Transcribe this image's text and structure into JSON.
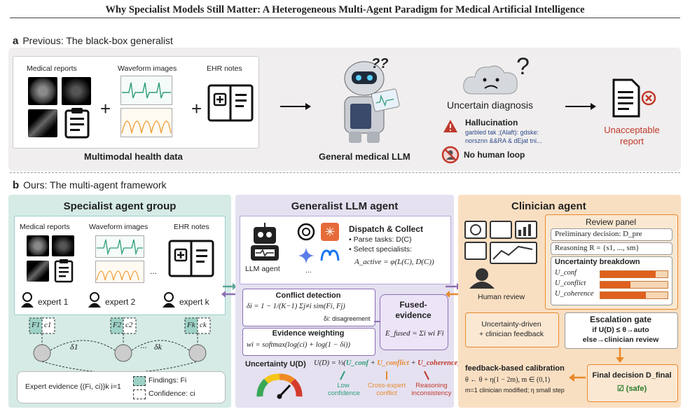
{
  "title": "Why Specialist Models Still Matter: A Heterogeneous Multi-Agent Paradigm for Medical Artificial Intelligence",
  "panel_a": {
    "letter": "a",
    "heading": "Previous: The black-box generalist",
    "col_reports": "Medical reports",
    "col_waveform": "Waveform images",
    "col_ehr": "EHR notes",
    "plus": "+",
    "multimodal": "Multimodal health data",
    "llm_label": "General medical LLM",
    "uncertain": "Uncertain diagnosis",
    "hallucination": "Hallucination",
    "garbled1": "garbled tak ;(Alaft): gdske:",
    "garbled2": "norsznn &&RA & dEjat tni...",
    "no_human": "No human loop",
    "unacceptable1": "Unacceptable",
    "unacceptable2": "report",
    "robot_q": "??",
    "cloud_q": "?"
  },
  "panel_b": {
    "letter": "b",
    "heading": "Ours: The multi-agent framework",
    "specialist": {
      "title": "Specialist agent group",
      "col_reports": "Medical reports",
      "col_waveform": "Waveform images",
      "col_ehr": "EHR notes",
      "ellipsis": "...",
      "expert1": "expert 1",
      "expert2": "expert 2",
      "expertk": "expert k",
      "f1": "F1",
      "c1": "c1",
      "f2": "F2",
      "c2": "c2",
      "fk": "Fk",
      "ck": "ck",
      "d1": "δ1",
      "dk": "δk",
      "dots": "...",
      "evidence": "Expert evidence {(Fi, ci)}k i=1",
      "findings": "Findings: Fi",
      "confidence": "Confidence: ci"
    },
    "generalist": {
      "title": "Generalist LLM agent",
      "dispatch": "Dispatch & Collect",
      "parse": "• Parse tasks: D(C)",
      "select": "• Select specialists:",
      "active": "A_active = φ(L(C), D(C))",
      "llm_agent": "LLM agent",
      "more": "...",
      "conflict_title": "Conflict detection",
      "conflict_formula": "δi = 1 − 1/(K−1) Σj≠i sim(Fi, Fj)",
      "disagreement": "δi: disagreement",
      "weight_title": "Evidence weighting",
      "weight_formula": "wi = softmax(log(ci) + log(1 − δi))",
      "fused_title": "Fused-evidence",
      "fused_formula": "E_fused = Σi wi Fi",
      "uncertainty": "Uncertainty U(D)",
      "u_formula_a": "U(D) = ⅓(",
      "u_conf": "U_conf",
      "plus": " + ",
      "u_conflict": "U_conflict",
      "u_coherence": "U_coherence",
      "u_formula_b": ")",
      "low_conf": "Low confidence",
      "cross_conflict": "Cross-expert conflict",
      "reasoning_inc": "Reasoning inconsistency"
    },
    "clinician": {
      "title": "Clinician agent",
      "human_review": "Human review",
      "review_panel": "Review panel",
      "prelim": "Preliminary decision: D_pre",
      "reasoning": "Reasoning R = {s1, ..., sm}",
      "breakdown": "Uncertainty breakdown",
      "u_conf": "U_conf",
      "u_conflict": "U_conflict",
      "u_coherence": "U_coherence",
      "bars": [
        0.82,
        0.45,
        0.68
      ],
      "escalation": "Escalation gate",
      "if_line": "if U(D) ≤ θ→auto",
      "else_line": "else→clinician review",
      "driven1": "Uncertainty-driven",
      "driven2": "+ clinician feedback",
      "feedback_title": "feedback-based calibration",
      "feedback_f1": "θ ← θ + η(1 − 2m), m ∈ (0,1)",
      "feedback_f2": "m=1 clinician modified; η small step",
      "final": "Final decision D_final",
      "safe": "☑ (safe)"
    }
  },
  "colors": {
    "specialist_bg": "#d6ebe6",
    "generalist_bg": "#e5e1f1",
    "clinician_bg": "#f9dfc2",
    "orange": "#e8892d",
    "purple": "#8b6fb3",
    "teal": "#5aa79a",
    "red": "#c0392b"
  }
}
